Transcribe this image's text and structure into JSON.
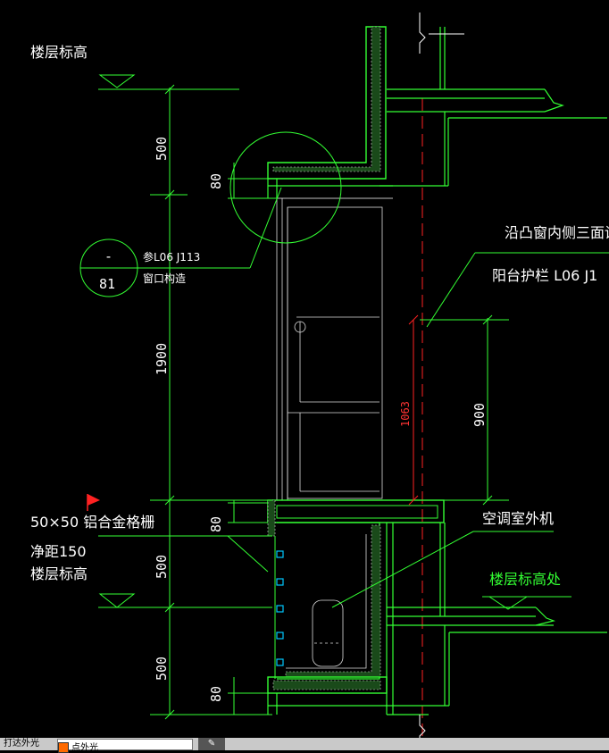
{
  "labels": {
    "floor_level_top": "楼层标高",
    "dim_500_top": "500",
    "dim_80_a": "80",
    "dim_1900": "1900",
    "dim_80_b": "80",
    "dim_500_mid": "500",
    "dim_500_bot": "500",
    "dim_80_c": "80",
    "detail_ref_top": "-",
    "detail_ref_num": "81",
    "detail_ref_note1": "参L06 J113",
    "detail_ref_note2": "窗口构造",
    "bay_window_note": "沿凸窗内侧三面设",
    "railing_note": "阳台护栏  L06 J1",
    "dim_1063": "1063",
    "dim_900": "900",
    "grille_note": "50×50 铝合金格栅",
    "grille_gap": "净距150",
    "floor_level_mid": "楼层标高",
    "ac_note": "空调室外机",
    "floor_level_right": "楼层标高处"
  },
  "statusbar": {
    "layer_label": "打达外光",
    "layer_value": "点外光"
  },
  "colors": {
    "background": "#000000",
    "wall": "#33ff33",
    "dimension": "#33ff33",
    "text": "#ffffff",
    "axis": "#ff2222",
    "grille": "#00c8ff"
  }
}
